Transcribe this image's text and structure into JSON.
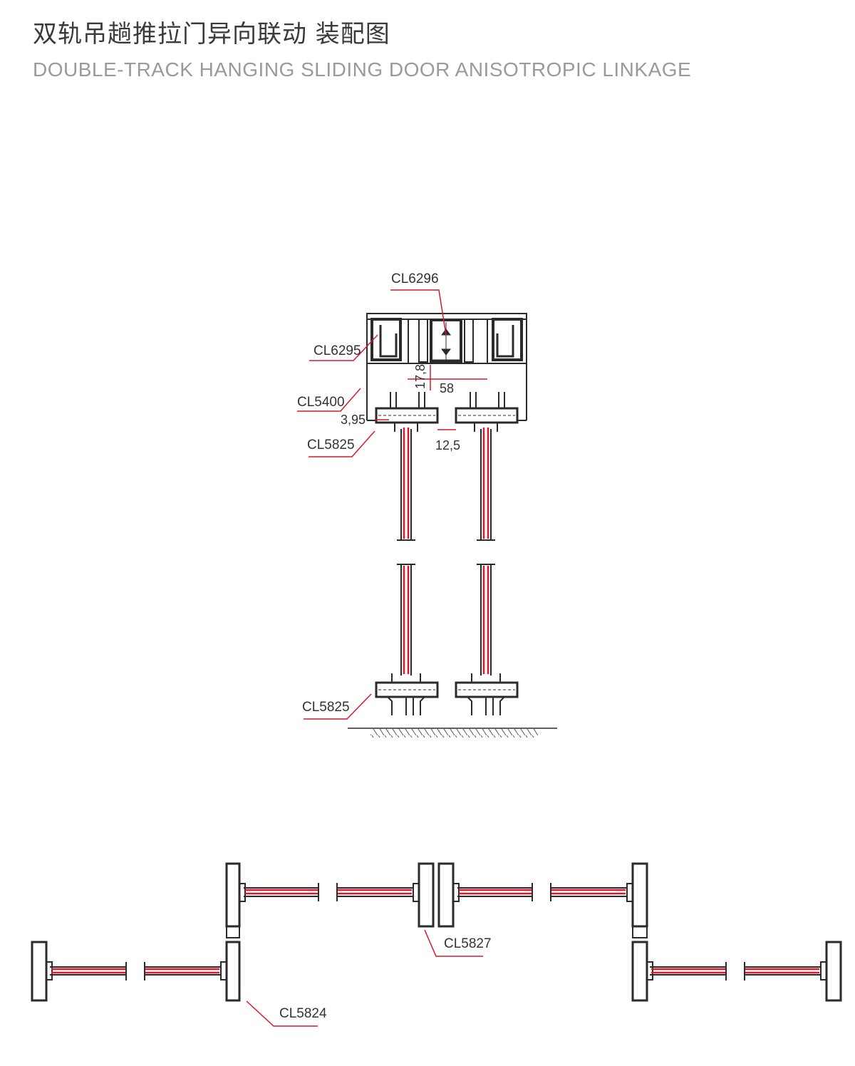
{
  "header": {
    "title_zh": "双轨吊趟推拉门异向联动 装配图",
    "title_en": "DOUBLE-TRACK HANGING SLIDING DOOR ANISOTROPIC LINKAGE"
  },
  "section": {
    "labels": {
      "top_frame": "CL6296",
      "side_frame": "CL6295",
      "main_frame": "CL5400",
      "upper_sash": "CL5825",
      "lower_sash": "CL5825"
    },
    "dimensions": {
      "gap_height": "17,8",
      "track_spacing": "58",
      "offset": "3,95",
      "sash_gap": "12,5"
    }
  },
  "plan": {
    "labels": {
      "interlock_left": "CL5824",
      "interlock_center": "CL5827"
    }
  },
  "colors": {
    "line": "#2b2b2b",
    "accent": "#d7192b",
    "title": "#3a3a3a",
    "subtitle": "#9a9a9a"
  }
}
